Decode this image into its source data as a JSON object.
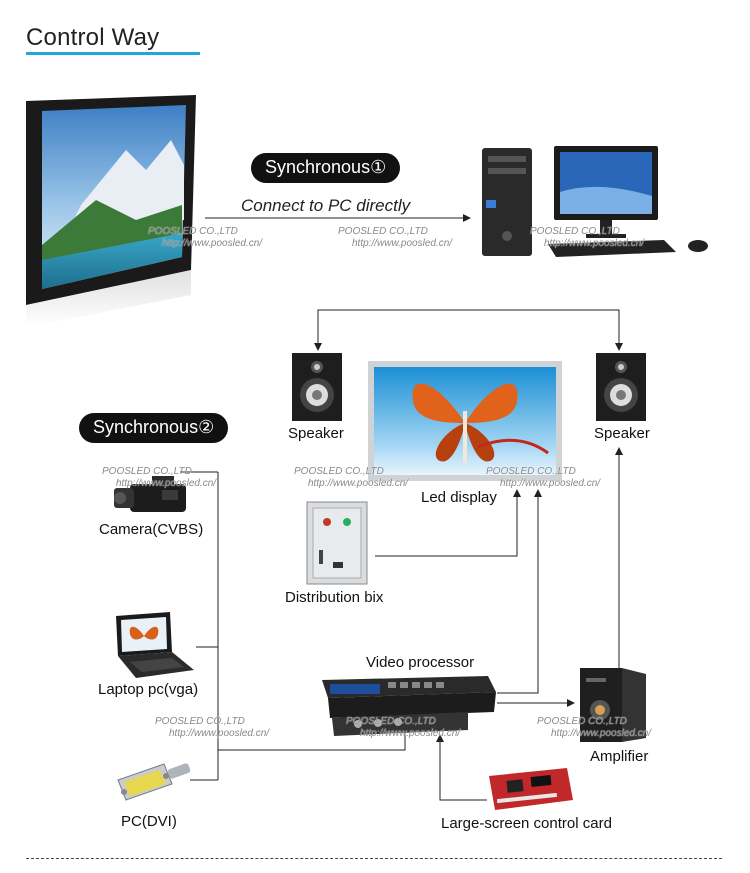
{
  "header": {
    "title": "Control Way"
  },
  "sync1": {
    "label": "Synchronous①",
    "note": "Connect to PC directly"
  },
  "sync2": {
    "label": "Synchronous②"
  },
  "devices": {
    "speaker_left": "Speaker",
    "speaker_right": "Speaker",
    "led_display": "Led display",
    "distribution": "Distribution bix",
    "video_processor": "Video processor",
    "amplifier": "Amplifier",
    "camera": "Camera(CVBS)",
    "laptop": "Laptop pc(vga)",
    "pc_dvi": "PC(DVI)",
    "control_card": "Large-screen control card"
  },
  "watermark": {
    "company": "POOSLED CO.,LTD",
    "url": "http://www.poosled.cn/"
  },
  "icons": {
    "led_panel": "led-panel-icon",
    "computer": "desktop-computer-icon",
    "speaker": "speaker-icon",
    "camera": "camera-icon",
    "laptop": "laptop-icon",
    "dvi": "dvi-connector-icon",
    "cabinet": "distribution-cabinet-icon",
    "processor": "video-processor-icon",
    "amplifier": "amplifier-icon",
    "card": "control-card-icon"
  },
  "colors": {
    "accent": "#1fa7d9",
    "line": "#222222",
    "pill_bg": "#111111"
  }
}
